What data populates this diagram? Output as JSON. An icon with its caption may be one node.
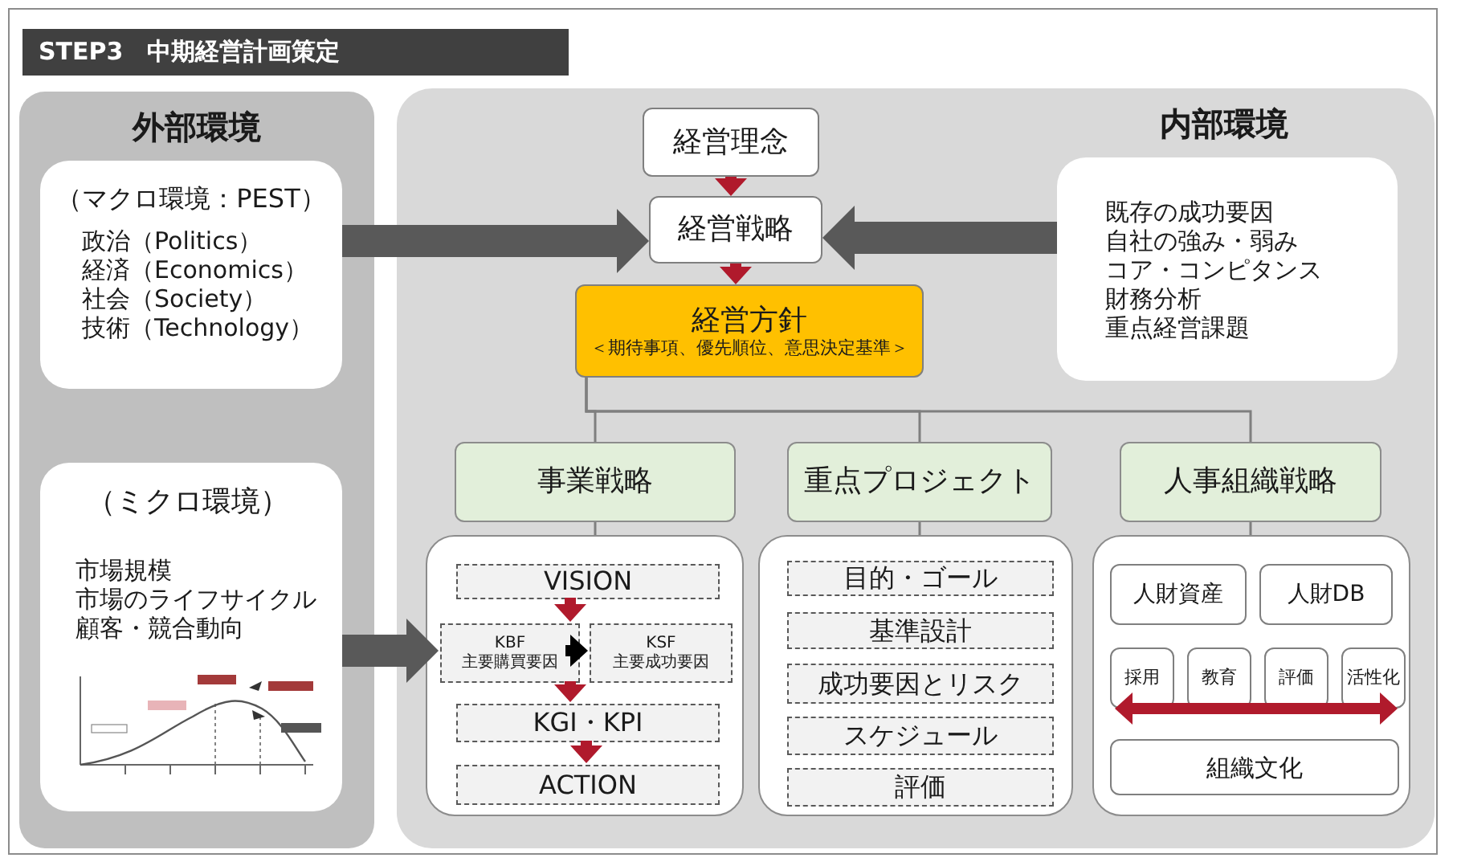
{
  "diagram": {
    "title": "STEP3　中期経営計画策定",
    "nodes": [
      {
        "text": [
          "外部環境"
        ]
      },
      {
        "text": [
          "（マクロ環境：PEST）",
          "政治（Politics）",
          "経済（Economics）",
          "社会（Society）",
          "技術（Technology）"
        ],
        "in": 0
      },
      {
        "text": [
          "（ミクロ環境）",
          "市場規模",
          "市場のライフサイクル",
          "顧客・競合動向"
        ],
        "in": 0
      },
      {
        "text": [
          "内部環境"
        ]
      },
      {
        "text": [
          "経営理念"
        ],
        "in": 3
      },
      {
        "text": [
          "経営戦略"
        ],
        "in": 3
      },
      {
        "text": [
          "経営方針",
          "＜期待事項、優先順位、意思決定基準＞"
        ],
        "in": 3
      },
      {
        "text": [
          "既存の成功要因",
          "自社の強み・弱み",
          "コア・コンピタンス",
          "財務分析",
          "重点経営課題"
        ],
        "in": 3
      },
      {
        "text": [
          "事業戦略"
        ],
        "in": 3
      },
      {
        "text": [
          "重点プロジェクト"
        ],
        "in": 3
      },
      {
        "text": [
          "人事組織戦略"
        ],
        "in": 3
      },
      {
        "text": [],
        "shape": "box",
        "in": 3
      },
      {
        "text": [
          "VISION"
        ],
        "in": 11
      },
      {
        "text": [
          "KBF",
          "主要購買要因"
        ],
        "in": 11
      },
      {
        "text": [
          "KSF",
          "主要成功要因"
        ],
        "in": 11
      },
      {
        "text": [
          "KGI・KPI"
        ],
        "in": 11
      },
      {
        "text": [
          "ACTION"
        ],
        "in": 11
      },
      {
        "text": [],
        "shape": "box",
        "in": 3
      },
      {
        "text": [
          "目的・ゴール"
        ],
        "in": 17
      },
      {
        "text": [
          "基準設計"
        ],
        "in": 17
      },
      {
        "text": [
          "成功要因とリスク"
        ],
        "in": 17
      },
      {
        "text": [
          "スケジュール"
        ],
        "in": 17
      },
      {
        "text": [
          "評価"
        ],
        "in": 17
      },
      {
        "text": [],
        "shape": "box",
        "in": 3
      },
      {
        "text": [
          "人財資産"
        ],
        "in": 23
      },
      {
        "text": [
          "人財DB"
        ],
        "in": 23
      },
      {
        "text": [
          "採用"
        ],
        "in": 23
      },
      {
        "text": [
          "教育"
        ],
        "in": 23
      },
      {
        "text": [
          "評価"
        ],
        "in": 23
      },
      {
        "text": [
          "活性化"
        ],
        "in": 23
      },
      {
        "text": [
          "組織文化"
        ],
        "in": 23
      }
    ],
    "edges": [
      {
        "from": 4,
        "to": 5,
        "arrow": "to"
      },
      {
        "from": 5,
        "to": 6,
        "arrow": "to"
      },
      {
        "from": 1,
        "to": 5,
        "arrow": "to",
        "style": "thick",
        "color": "#595959"
      },
      {
        "from": 7,
        "to": 5,
        "arrow": "to",
        "style": "thick",
        "color": "#595959"
      },
      {
        "from": 6,
        "to": 8,
        "arrow": "none",
        "color": "#7f7f7f"
      },
      {
        "from": 6,
        "to": 9,
        "arrow": "none",
        "color": "#7f7f7f"
      },
      {
        "from": 6,
        "to": 10,
        "arrow": "none",
        "color": "#7f7f7f"
      },
      {
        "from": 8,
        "to": 11,
        "arrow": "none",
        "color": "#7f7f7f"
      },
      {
        "from": 9,
        "to": 17,
        "arrow": "none",
        "color": "#7f7f7f"
      },
      {
        "from": 10,
        "to": 23,
        "arrow": "none",
        "color": "#7f7f7f"
      },
      {
        "from": 2,
        "to": 13,
        "arrow": "to",
        "style": "thick",
        "color": "#595959"
      },
      {
        "from": 12,
        "to": 13,
        "arrow": "to"
      },
      {
        "from": 13,
        "to": 14,
        "arrow": "to",
        "color": "#000000"
      },
      {
        "from": 13,
        "to": 15,
        "arrow": "to"
      },
      {
        "from": 15,
        "to": 16,
        "arrow": "to"
      },
      {
        "from": 26,
        "to": 29,
        "arrow": "both"
      }
    ]
  }
}
